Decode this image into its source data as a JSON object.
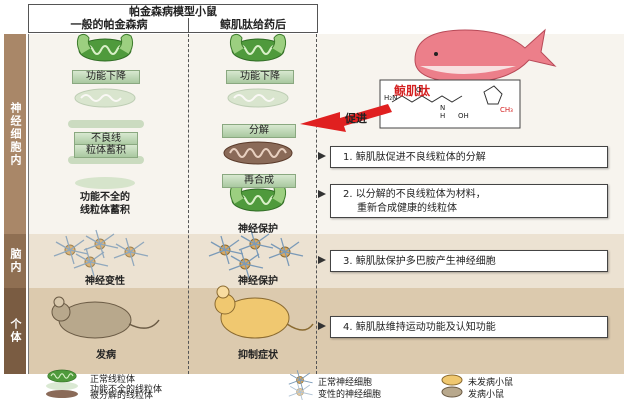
{
  "header": {
    "title": "帕金森病模型小鼠",
    "col_left": "一般的帕金森病",
    "col_right": "鲸肌肽给药后"
  },
  "sides": {
    "s1": "神经细胞内",
    "s2": "脑内",
    "s3": "个体"
  },
  "left_col": {
    "func_down": "功能下降",
    "bad_line": "不良线",
    "particle": "粒体蓄积",
    "insufficient": "功能不全的",
    "accum": "线粒体蓄积",
    "neuro_degen": "神经变性",
    "onset": "发病"
  },
  "right_col": {
    "func_down": "功能下降",
    "decompose": "分解",
    "resynth": "再合成",
    "neuro_protect1": "神经保护",
    "neuro_protect2": "神经保护",
    "suppress": "抑制症状"
  },
  "whale": {
    "label": "鲸肌肽",
    "promote": "促进",
    "ch3": "CH₃",
    "h2n": "H₂N",
    "o": "O",
    "n": "N",
    "h": "H",
    "oh": "OH"
  },
  "steps": [
    "1. 鲸肌肽促进不良线粒体的分解",
    "2. 以分解的不良线粒体为材料，",
    "重新合成健康的线粒体",
    "3. 鲸肌肽保护多巴胺产生神经细胞",
    "4. 鲸肌肽维持运动功能及认知功能"
  ],
  "legend": {
    "normal_mito": "正常线粒体",
    "bad_mito": "功能不全的线粒体",
    "decomp_mito": "被分解的线粒体",
    "normal_neuron": "正常神经细胞",
    "degen_neuron": "变性的神经细胞",
    "healthy_mouse": "未发病小鼠",
    "sick_mouse": "发病小鼠"
  },
  "colors": {
    "mito_green": "#4f9a3c",
    "arrow_red": "#e02020",
    "mouse_healthy": "#f0c870",
    "mouse_sick": "#b8a88c"
  }
}
